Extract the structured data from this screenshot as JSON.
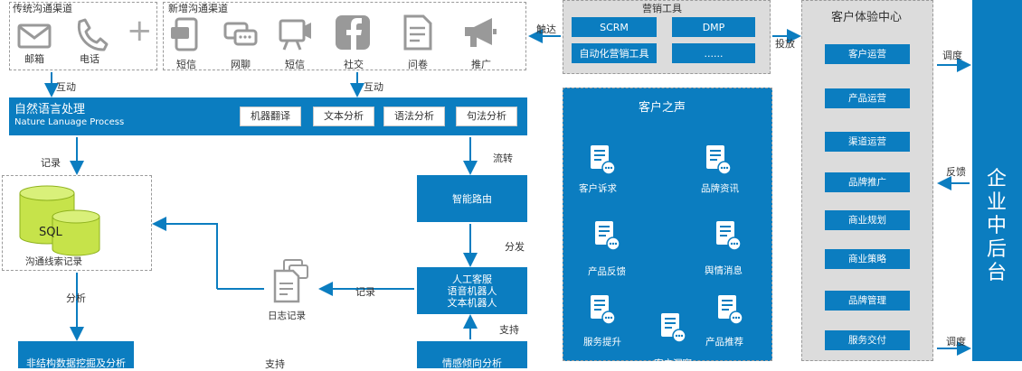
{
  "traditional": {
    "title": "传统沟通渠道",
    "items": [
      "邮箱",
      "电话"
    ]
  },
  "plus_sign": "+",
  "new_channels": {
    "title": "新增沟通渠道",
    "items": [
      "短信",
      "网聊",
      "短信",
      "社交",
      "问卷",
      "推广"
    ]
  },
  "flow_labels": {
    "interact_1": "互动",
    "interact_2": "互动",
    "reach": "触达",
    "deliver": "投放",
    "record_1": "记录",
    "flow": "流转",
    "distribute": "分发",
    "record_2": "记录",
    "analyze": "分析",
    "support": "支持",
    "schedule_1": "调度",
    "feedback": "反馈",
    "schedule_2": "调度",
    "bottom_partial": "支持"
  },
  "nlp": {
    "title": "自然语言处理",
    "subtitle": "Nature Lanuage Process",
    "buttons": [
      "机器翻译",
      "文本分析",
      "语法分析",
      "句法分析"
    ]
  },
  "sql": {
    "label": "SQL",
    "caption": "沟通线索记录"
  },
  "routing": "智能路由",
  "agents": [
    "人工客服",
    "语音机器人",
    "文本机器人"
  ],
  "log": "日志记录",
  "bottom_left_partial": "非结构数据挖掘及分析",
  "bottom_mid_partial": "情感倾向分析",
  "marketing": {
    "title": "营销工具",
    "buttons": [
      "SCRM",
      "DMP",
      "自动化营销工具",
      "......"
    ]
  },
  "voc": {
    "title": "客户之声",
    "items": [
      "客户诉求",
      "品牌资讯",
      "产品反馈",
      "舆情消息",
      "服务提升",
      "产品推荐"
    ],
    "center_partial": "客户洞察"
  },
  "cx_center": {
    "title": "客户体验中心",
    "items": [
      "客户运营",
      "产品运营",
      "渠道运营",
      "品牌推广",
      "商业规划",
      "商业策略",
      "品牌管理",
      "服务交付"
    ]
  },
  "backend": {
    "title": "企业中后台"
  },
  "colors": {
    "blue": "#0b7dc0",
    "gray_panel": "#dcdcdc",
    "sql_green": "#c6e34a",
    "arrow": "#0b7dc0"
  }
}
